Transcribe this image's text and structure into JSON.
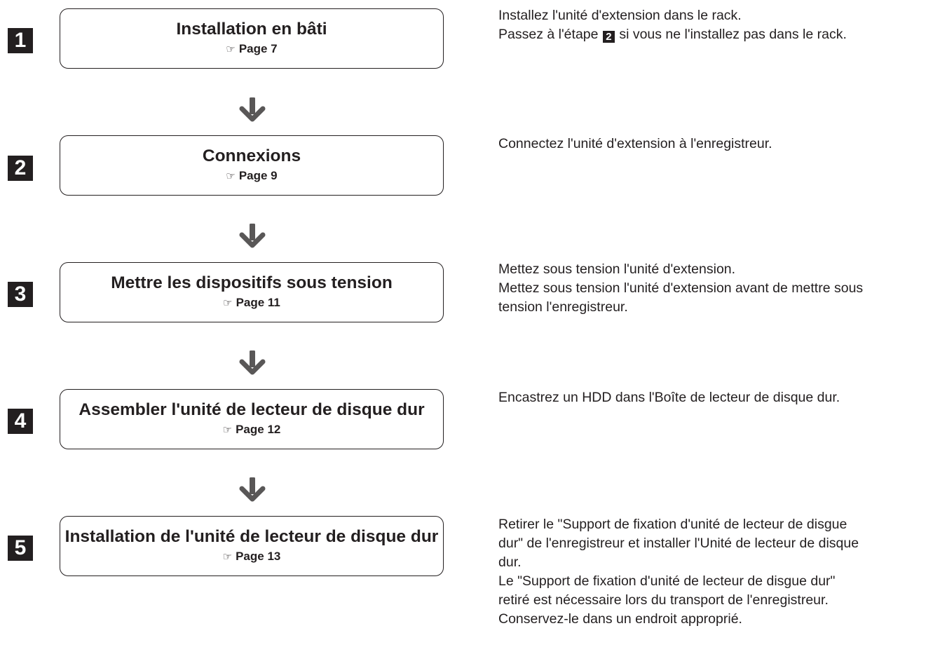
{
  "ref_icon": "pointing-hand-icon",
  "colors": {
    "ink": "#231f20",
    "background": "#ffffff"
  },
  "steps": [
    {
      "number": "1",
      "title": "Installation en bâti",
      "page_ref": "Page 7",
      "desc_line1_before": "Installez l'unité d'extension dans le rack.",
      "desc_line2_pre": "Passez à l'étape ",
      "desc_line2_badge": "2",
      "desc_line2_post": " si vous ne l'installez pas dans le rack."
    },
    {
      "number": "2",
      "title": "Connexions",
      "page_ref": "Page 9",
      "desc": [
        "Connectez l'unité d'extension à l'enregistreur."
      ]
    },
    {
      "number": "3",
      "title": "Mettre les dispositifs sous tension",
      "page_ref": "Page 11",
      "desc": [
        "Mettez sous tension l'unité d'extension.",
        "Mettez sous tension l'unité d'extension avant de mettre sous",
        "tension l'enregistreur."
      ]
    },
    {
      "number": "4",
      "title": "Assembler l'unité de lecteur de disque dur",
      "page_ref": "Page 12",
      "desc": [
        "Encastrez un HDD dans l'Boîte de lecteur de disque dur."
      ]
    },
    {
      "number": "5",
      "title": "Installation de l'unité de lecteur de disque dur",
      "page_ref": "Page 13",
      "desc": [
        "Retirer le \"Support de fixation d'unité de lecteur de disgue",
        "dur\" de l'enregistreur et installer l'Unité de lecteur de disque",
        "dur.",
        "Le \"Support de fixation d'unité de lecteur de disgue dur\"",
        "retiré est nécessaire lors du transport de l'enregistreur.",
        "Conservez-le dans un endroit approprié."
      ]
    }
  ]
}
